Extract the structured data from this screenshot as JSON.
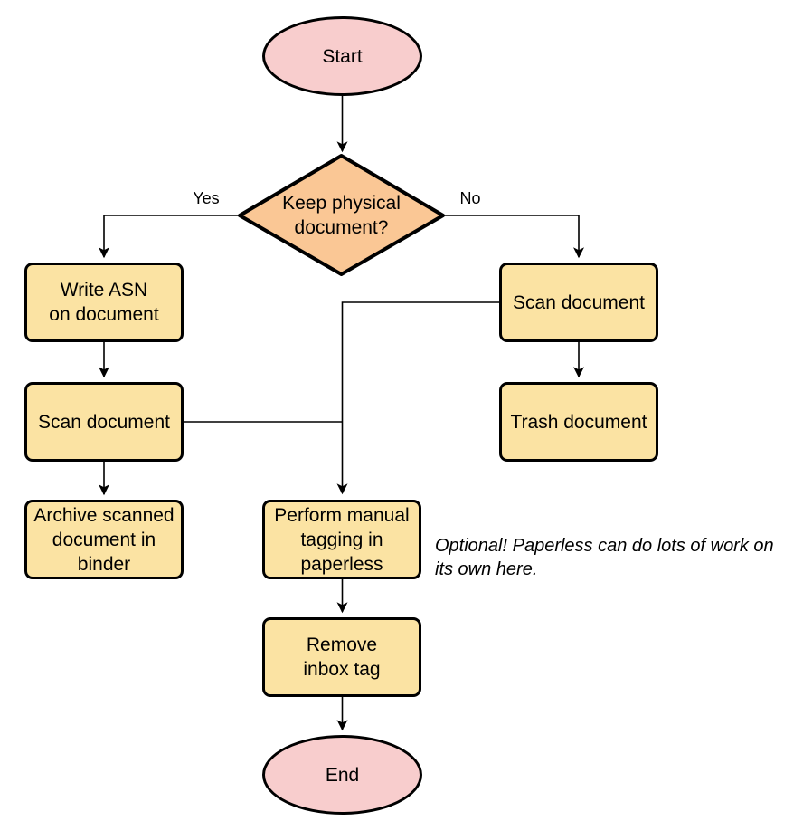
{
  "diagram": {
    "type": "flowchart",
    "nodes": {
      "start": {
        "type": "terminator",
        "label": "Start"
      },
      "decision": {
        "type": "decision",
        "label": "Keep physical\ndocument?"
      },
      "write_asn": {
        "type": "process",
        "label": "Write ASN\non document"
      },
      "scan_left": {
        "type": "process",
        "label": "Scan document"
      },
      "archive": {
        "type": "process",
        "label": "Archive scanned\ndocument in\nbinder"
      },
      "scan_right": {
        "type": "process",
        "label": "Scan document"
      },
      "trash": {
        "type": "process",
        "label": "Trash document"
      },
      "tagging": {
        "type": "process",
        "label": "Perform manual\ntagging in\npaperless"
      },
      "remove_inbox": {
        "type": "process",
        "label": "Remove\ninbox tag"
      },
      "end": {
        "type": "terminator",
        "label": "End"
      }
    },
    "edge_labels": {
      "yes": "Yes",
      "no": "No"
    },
    "edges": [
      {
        "from": "start",
        "to": "decision"
      },
      {
        "from": "decision",
        "to": "write_asn",
        "label": "Yes"
      },
      {
        "from": "decision",
        "to": "scan_right",
        "label": "No"
      },
      {
        "from": "write_asn",
        "to": "scan_left"
      },
      {
        "from": "scan_left",
        "to": "archive"
      },
      {
        "from": "scan_right",
        "to": "trash"
      },
      {
        "from": "scan_right",
        "to": "tagging"
      },
      {
        "from": "scan_left",
        "to": "tagging"
      },
      {
        "from": "tagging",
        "to": "remove_inbox"
      },
      {
        "from": "remove_inbox",
        "to": "end"
      }
    ],
    "note": "Optional! Paperless can do lots of work on\nits own here.",
    "colors": {
      "terminator_fill": "#F8CDCD",
      "decision_fill": "#FAC795",
      "process_fill": "#FBE3A3",
      "stroke": "#000000"
    }
  }
}
